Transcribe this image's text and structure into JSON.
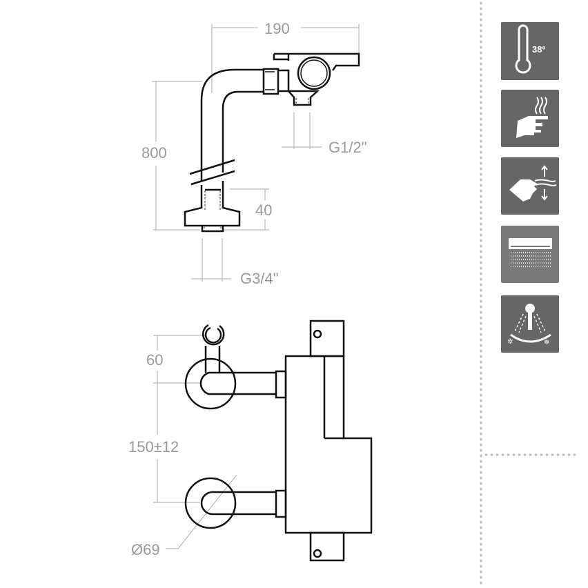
{
  "top_view": {
    "width_dim": "190",
    "height_dim": "800",
    "base_dim": "40",
    "outlet_thread": "G1/2\"",
    "inlet_thread": "G3/4\""
  },
  "front_view": {
    "hook_dim": "60",
    "spacing_dim": "150±12",
    "rosette_dim": "Ø69"
  },
  "icons": {
    "items": [
      {
        "name": "thermostat-38-icon",
        "label": "38º"
      },
      {
        "name": "hot-water-safety-icon"
      },
      {
        "name": "flow-control-icon"
      },
      {
        "name": "rain-shower-icon"
      },
      {
        "name": "temperature-diverter-icon"
      }
    ],
    "color": "#666666",
    "color_light": "#7a7a7a"
  }
}
